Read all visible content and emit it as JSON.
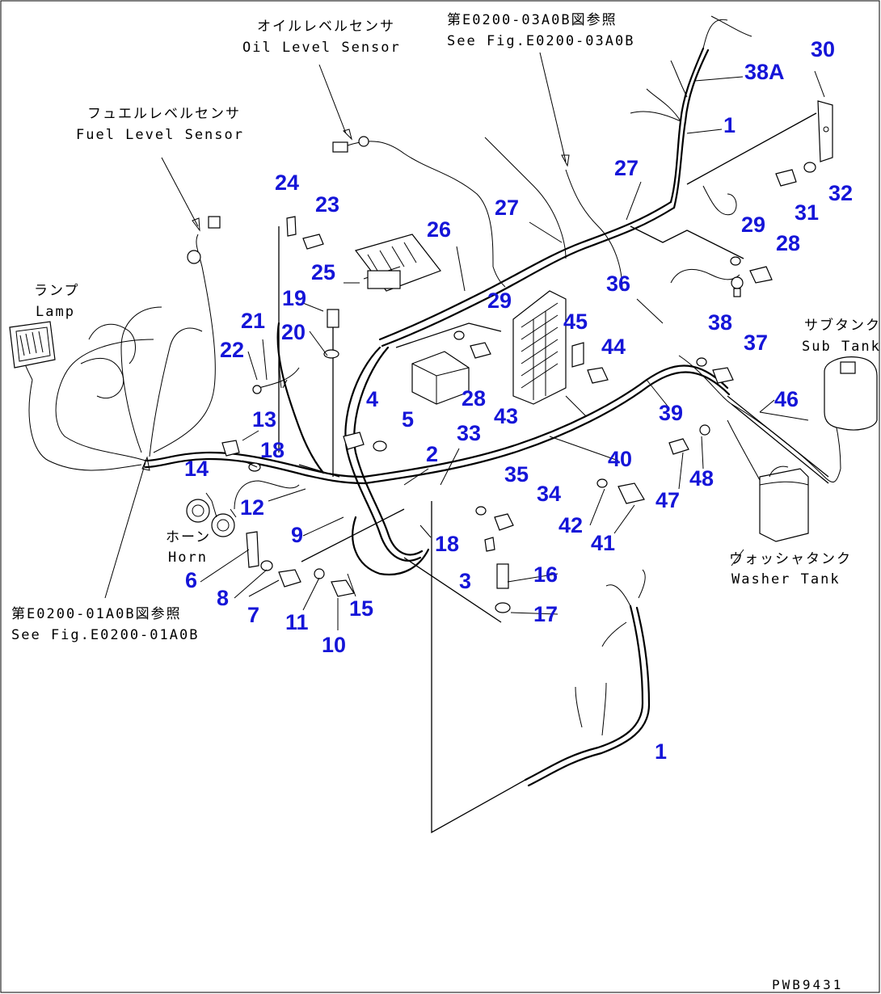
{
  "drawing_code": "PWB9431",
  "notes": {
    "oil_jp": "オイルレベルセンサ",
    "oil_en": "Oil Level Sensor",
    "ref_03_jp": "第E0200-03A0B図参照",
    "ref_03_en": "See Fig.E0200-03A0B",
    "fuel_jp": "フュエルレベルセンサ",
    "fuel_en": "Fuel Level Sensor",
    "lamp_jp": "ランプ",
    "lamp_en": "Lamp",
    "horn_jp": "ホーン",
    "horn_en": "Horn",
    "ref_01_jp": "第E0200-01A0B図参照",
    "ref_01_en": "See Fig.E0200-01A0B",
    "sub_jp": "サブタンク",
    "sub_en": "Sub Tank",
    "washer_jp": "ウォッシャタンク",
    "washer_en": "Washer Tank"
  },
  "part_numbers": [
    {
      "id": "n1a",
      "label": "1"
    },
    {
      "id": "n1b",
      "label": "1"
    },
    {
      "id": "n2",
      "label": "2"
    },
    {
      "id": "n3",
      "label": "3"
    },
    {
      "id": "n4",
      "label": "4"
    },
    {
      "id": "n5",
      "label": "5"
    },
    {
      "id": "n6",
      "label": "6"
    },
    {
      "id": "n7",
      "label": "7"
    },
    {
      "id": "n8",
      "label": "8"
    },
    {
      "id": "n9",
      "label": "9"
    },
    {
      "id": "n10",
      "label": "10"
    },
    {
      "id": "n11",
      "label": "11"
    },
    {
      "id": "n12",
      "label": "12"
    },
    {
      "id": "n13",
      "label": "13"
    },
    {
      "id": "n14",
      "label": "14"
    },
    {
      "id": "n15",
      "label": "15"
    },
    {
      "id": "n16",
      "label": "16"
    },
    {
      "id": "n17",
      "label": "17"
    },
    {
      "id": "n18a",
      "label": "18"
    },
    {
      "id": "n18b",
      "label": "18"
    },
    {
      "id": "n19",
      "label": "19"
    },
    {
      "id": "n20",
      "label": "20"
    },
    {
      "id": "n21",
      "label": "21"
    },
    {
      "id": "n22",
      "label": "22"
    },
    {
      "id": "n23",
      "label": "23"
    },
    {
      "id": "n24",
      "label": "24"
    },
    {
      "id": "n25",
      "label": "25"
    },
    {
      "id": "n26",
      "label": "26"
    },
    {
      "id": "n27a",
      "label": "27"
    },
    {
      "id": "n27b",
      "label": "27"
    },
    {
      "id": "n28a",
      "label": "28"
    },
    {
      "id": "n28b",
      "label": "28"
    },
    {
      "id": "n29a",
      "label": "29"
    },
    {
      "id": "n29b",
      "label": "29"
    },
    {
      "id": "n30",
      "label": "30"
    },
    {
      "id": "n31",
      "label": "31"
    },
    {
      "id": "n32",
      "label": "32"
    },
    {
      "id": "n33",
      "label": "33"
    },
    {
      "id": "n34",
      "label": "34"
    },
    {
      "id": "n35",
      "label": "35"
    },
    {
      "id": "n36",
      "label": "36"
    },
    {
      "id": "n37",
      "label": "37"
    },
    {
      "id": "n38",
      "label": "38"
    },
    {
      "id": "n38A",
      "label": "38A"
    },
    {
      "id": "n39",
      "label": "39"
    },
    {
      "id": "n40",
      "label": "40"
    },
    {
      "id": "n41",
      "label": "41"
    },
    {
      "id": "n42",
      "label": "42"
    },
    {
      "id": "n43",
      "label": "43"
    },
    {
      "id": "n44",
      "label": "44"
    },
    {
      "id": "n45",
      "label": "45"
    },
    {
      "id": "n46",
      "label": "46"
    },
    {
      "id": "n47",
      "label": "47"
    },
    {
      "id": "n48",
      "label": "48"
    }
  ],
  "colors": {
    "label": "#1515d8",
    "line": "#000000",
    "background": "#ffffff"
  }
}
